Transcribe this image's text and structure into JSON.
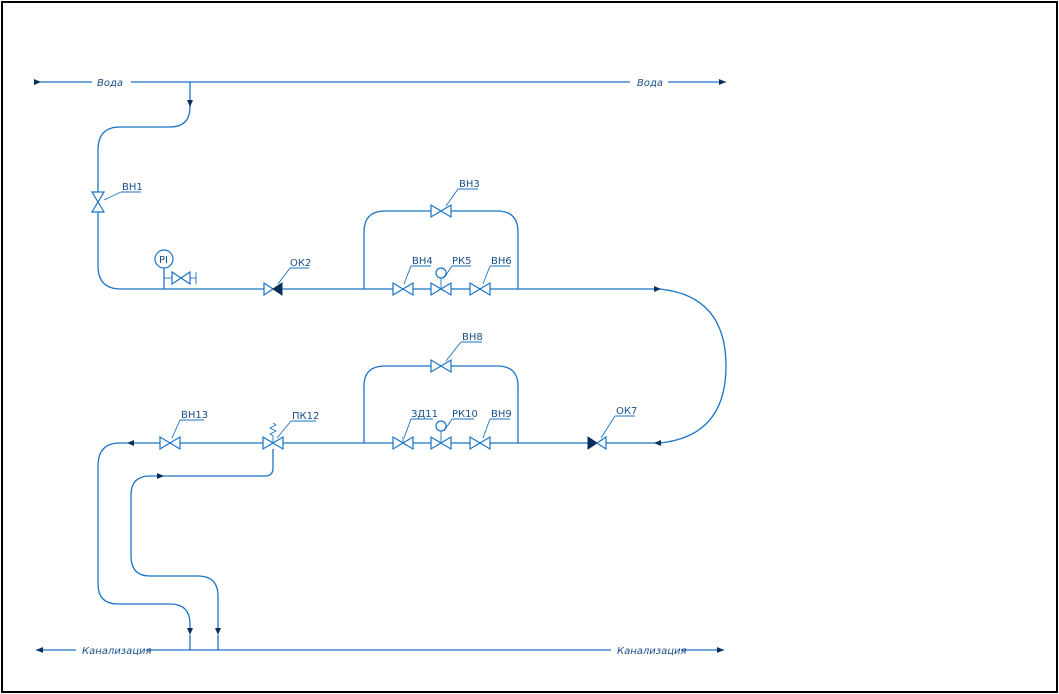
{
  "diagram": {
    "flows": {
      "water_in": "Вода",
      "water_out": "Вода",
      "sewer_left": "Канализация",
      "sewer_right": "Канализация"
    },
    "gauge": "PI",
    "tags": {
      "vn1": "ВН1",
      "ok2": "ОК2",
      "vn3": "ВН3",
      "vn4": "ВН4",
      "rk5": "РК5",
      "vn6": "ВН6",
      "ok7": "ОК7",
      "vn8": "ВН8",
      "vn9": "ВН9",
      "rk10": "РК10",
      "zd11": "ЗД11",
      "pk12": "ПК12",
      "vn13": "ВН13"
    },
    "colors": {
      "pipe": "#1a73c6",
      "symbol_fill": "#0b2f5a",
      "frame": "#000000"
    }
  }
}
